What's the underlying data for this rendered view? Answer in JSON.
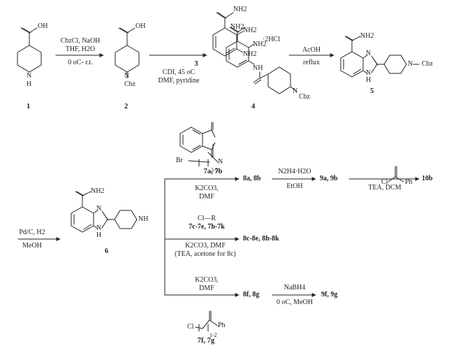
{
  "scheme": {
    "step1": {
      "reagents": "CbzCl, NaOH",
      "solvent": "THF, H2O",
      "temperature": "0 oC- r.t."
    },
    "step2": {
      "reagent_number": "3",
      "conditions": "CDI, 45 oC",
      "solvent": "DMF, pyridine"
    },
    "step3": {
      "reagent": "AcOH",
      "conditions": "reflux"
    },
    "step4": {
      "catalyst": "Pd/C, H2",
      "solvent": "MeOH"
    },
    "branch_a": {
      "reagent_numbers": "7a, 7b",
      "base": "K2CO3,",
      "solvent": "DMF",
      "products": "8a, 8b",
      "next_reagent": "N2H4·H2O",
      "next_solvent": "EtOH",
      "intermediates": "9a, 9b",
      "final_conditions": "TEA, DCM",
      "final_product": "10b"
    },
    "branch_b": {
      "reagent": "Cl—R",
      "reagent_numbers": "7c-7e, 7h-7k",
      "conditions": "K2CO3, DMF",
      "note": "(TEA, acetone for 8c)",
      "products": "8c-8e, 8h-8k"
    },
    "branch_c": {
      "base": "K2CO3,",
      "solvent": "DMF",
      "reagent_numbers": "7f, 7g",
      "products": "8f, 8g",
      "next_reagent": "NaBH4",
      "next_conditions": "0 oC, MeOH",
      "final_products": "9f, 9g"
    }
  },
  "compounds": [
    {
      "number": "1"
    },
    {
      "number": "2"
    },
    {
      "number": "3"
    },
    {
      "number": "4"
    },
    {
      "number": "5"
    },
    {
      "number": "6"
    }
  ],
  "atoms": {
    "c1_oh": "OH",
    "c1_n": "N",
    "c1_h": "H",
    "c2_oh": "OH",
    "c2_n": "N",
    "c2_cbz": "Cbz",
    "c3_nh2_amide": "NH2",
    "c3_nh2_a": "NH2",
    "c3_nh2_b": "NH2",
    "c3_salt": "·2HCl",
    "c4_nh2_amide": "NH2",
    "c4_nh2": "NH2",
    "c4_nh": "NH",
    "c4_n": "N",
    "c4_cbz": "Cbz",
    "c5_nh2": "NH2",
    "c5_n": "N",
    "c5_nh": "N",
    "c5_h": "H",
    "c5_pip_n": "N",
    "c5_cbz": "Cbz",
    "c6_nh2": "NH2",
    "c6_n": "N",
    "c6_nh": "N",
    "c6_h": "H",
    "c6_pip_nh": "NH",
    "c7ab_br": "Br",
    "c7ab_n": "N",
    "c7ab_sub": "2-3",
    "c7fg_ph": "Ph",
    "c7fg_cl": "Cl",
    "c7fg_sub": "1-2",
    "benzoyl_cl": "Cl",
    "benzoyl_ph": "Ph"
  },
  "colors": {
    "ink": "#222222",
    "background": "#ffffff"
  }
}
